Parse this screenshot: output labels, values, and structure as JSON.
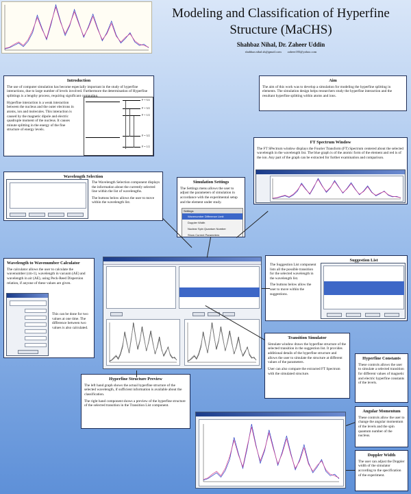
{
  "header": {
    "title_line1": "Modeling and Classification of  Hyperfine",
    "title_line2": "Structure (MaCHS)",
    "authors": "Shahbaz Nihal, Dr. Zaheer Uddin",
    "emails": "shahbaz.nihal.sh@gmail.com        zaheer183@yahoo.com"
  },
  "introduction": {
    "heading": "Introduction",
    "para1": "The use of computer simulation has become especially important in the study of hyperfine interactions, due to large number of levels involved. Furthermore the determination of  Hyperfine splittings is a lengthy process, requiring significant computing.",
    "para2": "Hyperfine interaction is a weak interaction between the nucleus and the outer electrons in atoms, ion and molecules. This interaction is caused by the magnetic dipole and electric quadruple moment of the nucleus. It causes minute splitting in the energy of the fine structure of energy levels."
  },
  "aim": {
    "heading": "Aim",
    "text": "The aim of this work was to develop a simulation for modeling the hyperfine splitting in elements. The simulation design helps researchers study the hyperfine interaction and the resultant hyperfine splitting within atoms and ions."
  },
  "ft_window": {
    "heading": "FT Spectrum Window",
    "text": "The FT SPectrum window displays the Fourier Transform (FT) Spectrum centered about the selected wavelength in the wavelength list. The blue graph is of the atomic form of the element and red is of the ion. Any part of the graph can be extracted for further examination and comparison."
  },
  "simulation_settings": {
    "heading": "Simulation Settings",
    "text": "The Settings menu allows the user to adjust the parameters of simulation in accordance with the experimental setup and the element under study.",
    "menu_title": "Settings",
    "menu_items": [
      "Wavenumber Difference Limit",
      "Doppler Width",
      "Nuclear Spin Quantum Number",
      "Show Current Parameters"
    ]
  },
  "wavelength_selection": {
    "heading": "Wavelength Selection",
    "para1": "The Wavelength Selection component displays the information about the currently selected line within the list of wavelengths.",
    "para2": "The buttons below allows the user to move within the wavelength list."
  },
  "wavelength_converter": {
    "heading": "Wavelength to Wavenumber Calculator",
    "para1": "The calculator allows the user to calculate the wavenumber (cm-1), wavelength in vacuum (AE) and wavelength in air (AE), using Peck-Reed Dispersion relation, if anyone of these values are given.",
    "para2": "This can be done for two values at one time. The difference between two values is also calculated."
  },
  "suggestion_list": {
    "heading": "Suggestion List",
    "para1": "The Suggestion List component lists all the possible transition for the selected wavelength in the wavelength list.",
    "para2": "The buttons below allow the user to move within the suggestions."
  },
  "transition_simulator": {
    "heading": "Transition Simulator",
    "para1": "Simulate window draws the hyperfine structure of the selected transition in the suggestion list. It provides additional details of the hyperfine structure and allows the user to simulate the structure at different values of the parameters.",
    "para2": "User can also compare the extracted FT Spectrum with the simulated structure."
  },
  "hyperfine_preview": {
    "heading": "Hyperfine Structure Preview",
    "para1": "The left hand graph shows the actual hyperfine structure of the selected wavelength, if sufficient information is available about the classification.",
    "para2": "The right hand component shows a preview of the hyperfine structure of the selected transition in the Transition List component."
  },
  "hyperfine_constants": {
    "heading": "Hyperfine Constants",
    "text": "These controls allows the user to simulate a selected transition for different values of magnetic and electric hyperfine constants of the levels."
  },
  "angular_momentum": {
    "heading": "Angular Momentum",
    "text": "These controls allow the user to change the angular momentum of the levels and the spin quantum number of the nucleus."
  },
  "doppler_width": {
    "heading": "Doppler Width",
    "text": "The user can adjust the Doppler width of the simulator according to the specification of the experiment."
  },
  "energy_levels": [
    "F = 5/2",
    "F = 3/2",
    "F = 1/2",
    "F = 3/2",
    "F = 1/2"
  ],
  "colors": {
    "atom": "#2a3fc4",
    "ion": "#d23a8c",
    "accent": "#1b3c8a"
  },
  "chart_data": {
    "type": "line",
    "title": "",
    "series": [
      {
        "name": "",
        "values": [
          2,
          4,
          8,
          12,
          6,
          15,
          30,
          60,
          38,
          18,
          45,
          78,
          50,
          25,
          42,
          70,
          46,
          22,
          40,
          62,
          38,
          16,
          30,
          50,
          26,
          12,
          20,
          30,
          14,
          8,
          10,
          4
        ]
      },
      {
        "name": "",
        "values": [
          3,
          5,
          10,
          14,
          8,
          18,
          34,
          56,
          36,
          20,
          48,
          74,
          48,
          28,
          44,
          66,
          44,
          24,
          38,
          58,
          36,
          18,
          28,
          46,
          24,
          14,
          22,
          28,
          16,
          10,
          8,
          5
        ]
      }
    ]
  }
}
